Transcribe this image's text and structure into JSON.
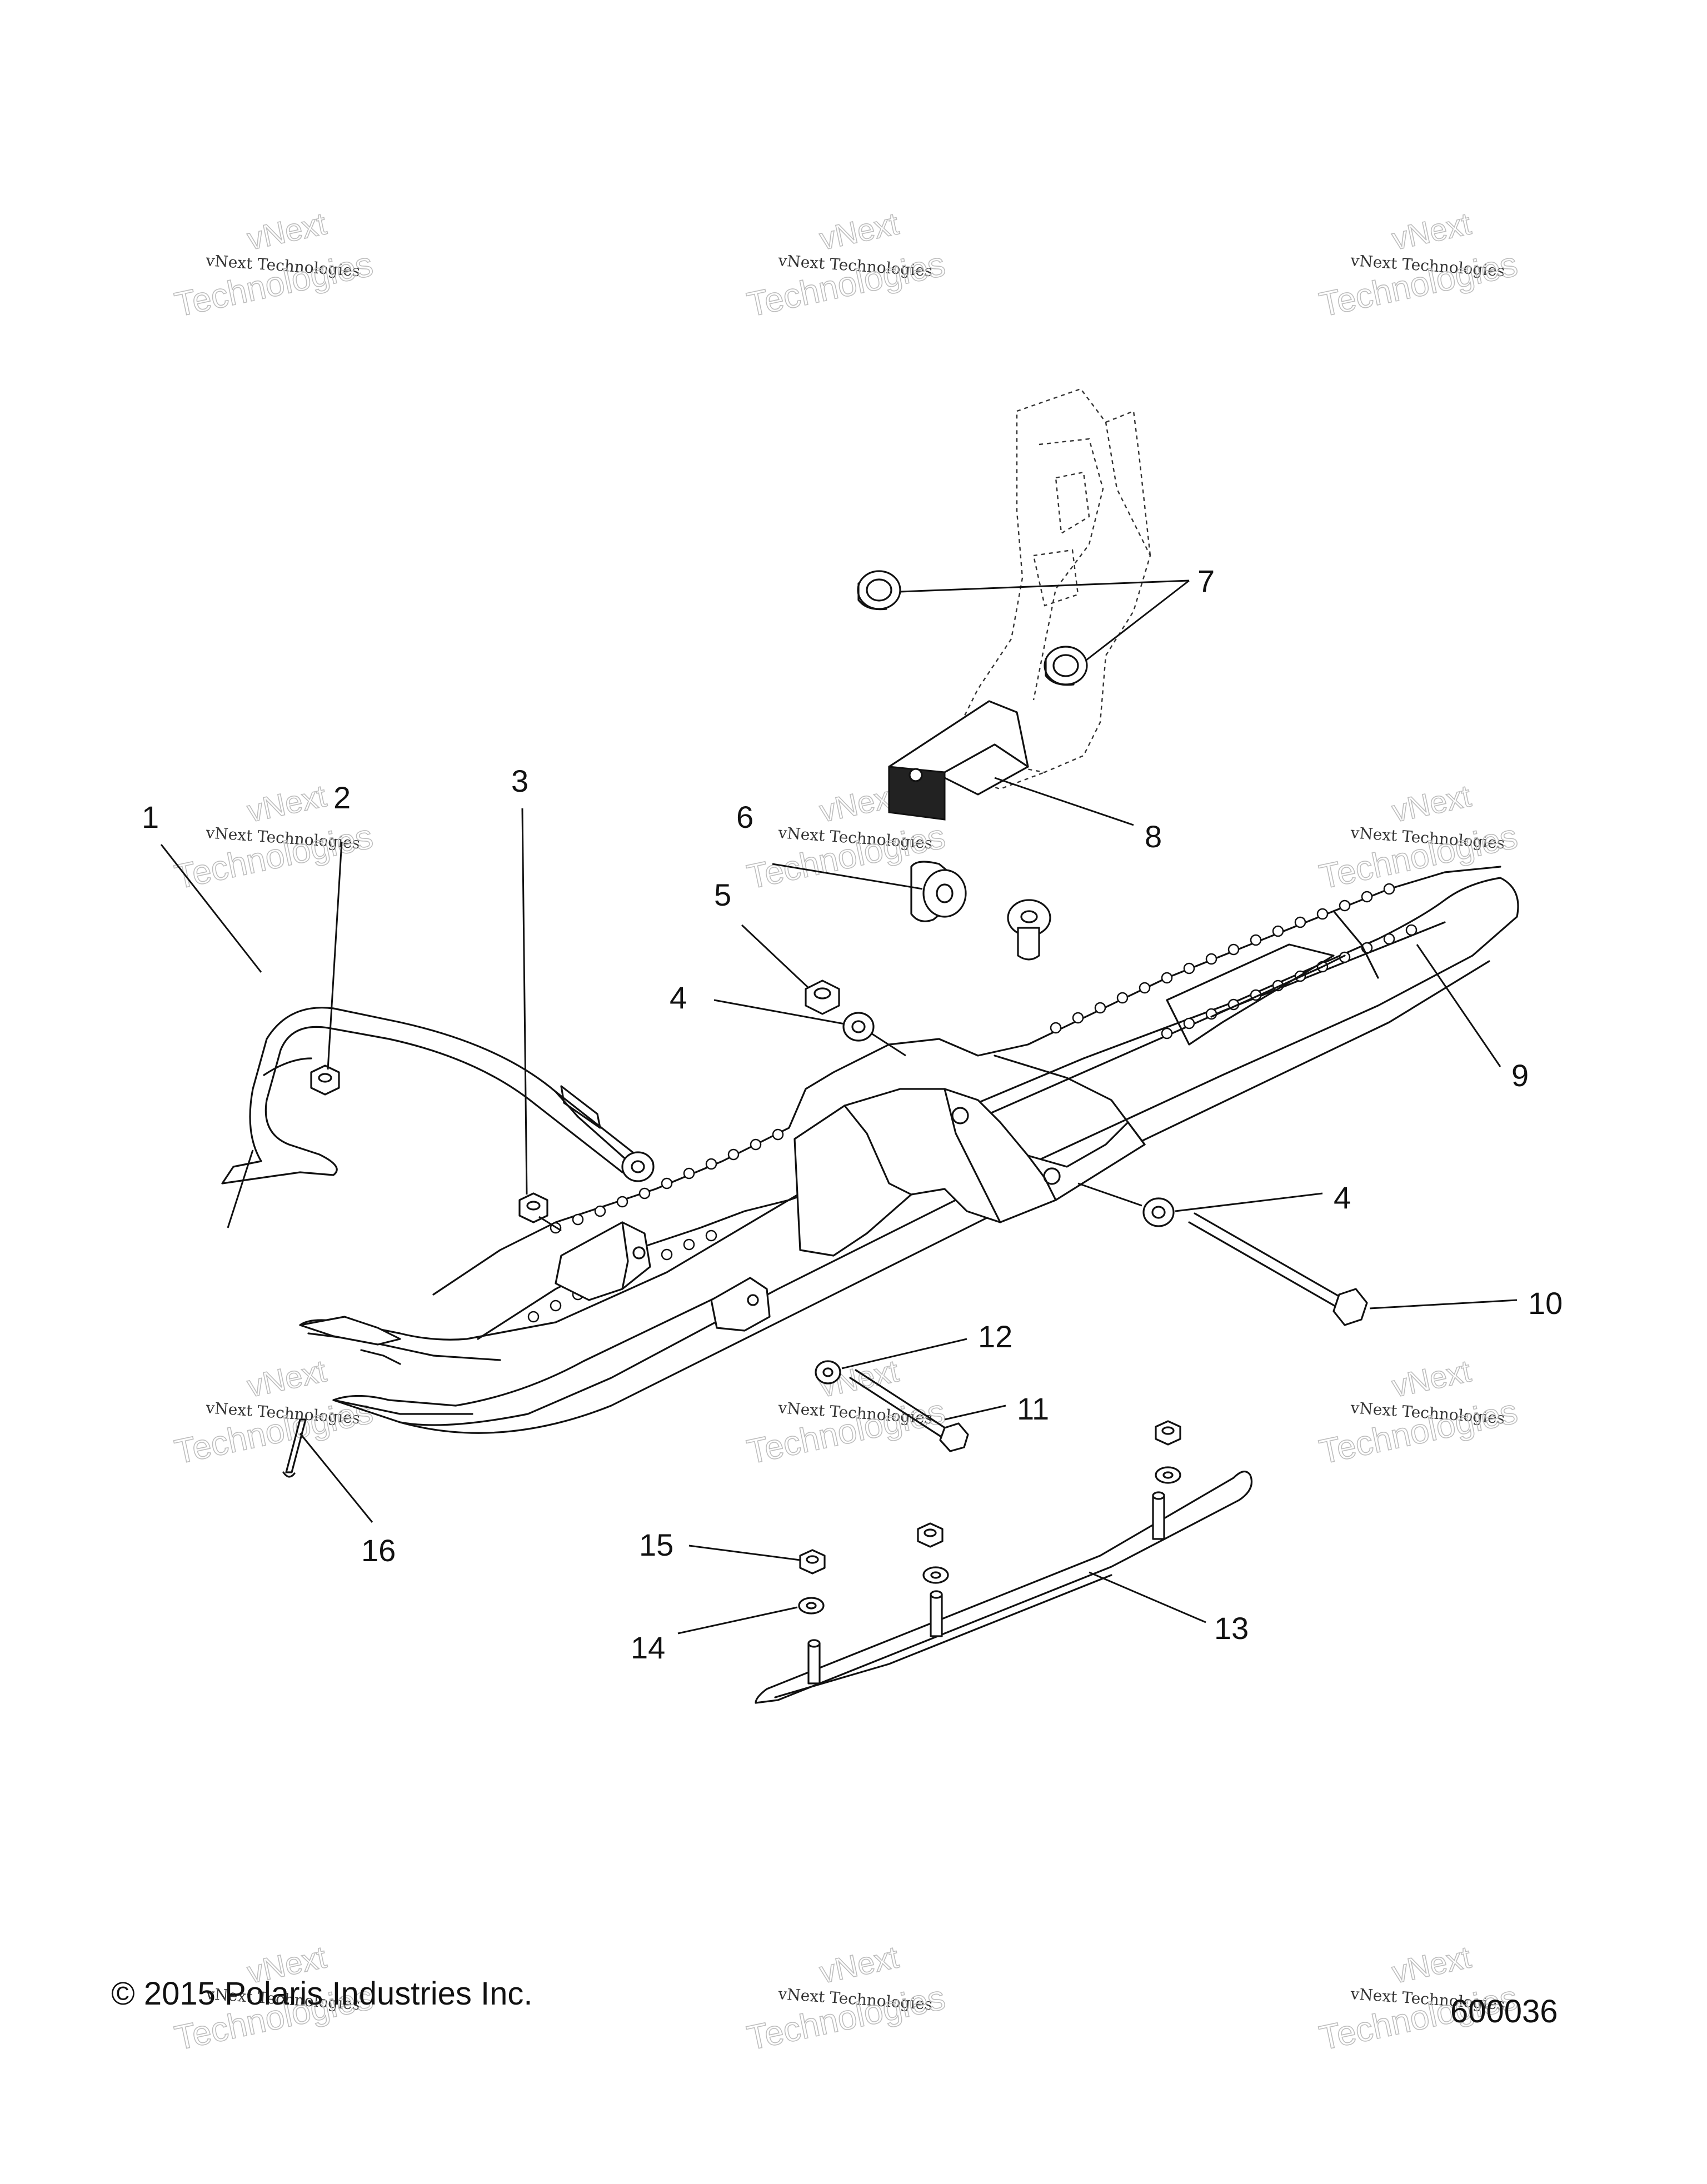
{
  "watermark": {
    "line1": "vNext Technologies",
    "outline_top": "vNext",
    "outline_bottom": "Technologies"
  },
  "callouts": [
    {
      "label": "1"
    },
    {
      "label": "2"
    },
    {
      "label": "3"
    },
    {
      "label": "4"
    },
    {
      "label": "5"
    },
    {
      "label": "6"
    },
    {
      "label": "7"
    },
    {
      "label": "8"
    },
    {
      "label": "9"
    },
    {
      "label": "4"
    },
    {
      "label": "10"
    },
    {
      "label": "12"
    },
    {
      "label": "11"
    },
    {
      "label": "15"
    },
    {
      "label": "14"
    },
    {
      "label": "13"
    },
    {
      "label": "16"
    }
  ],
  "footer": {
    "copyright": "© 2015 Polaris Industries Inc.",
    "figure_number": "600036"
  }
}
